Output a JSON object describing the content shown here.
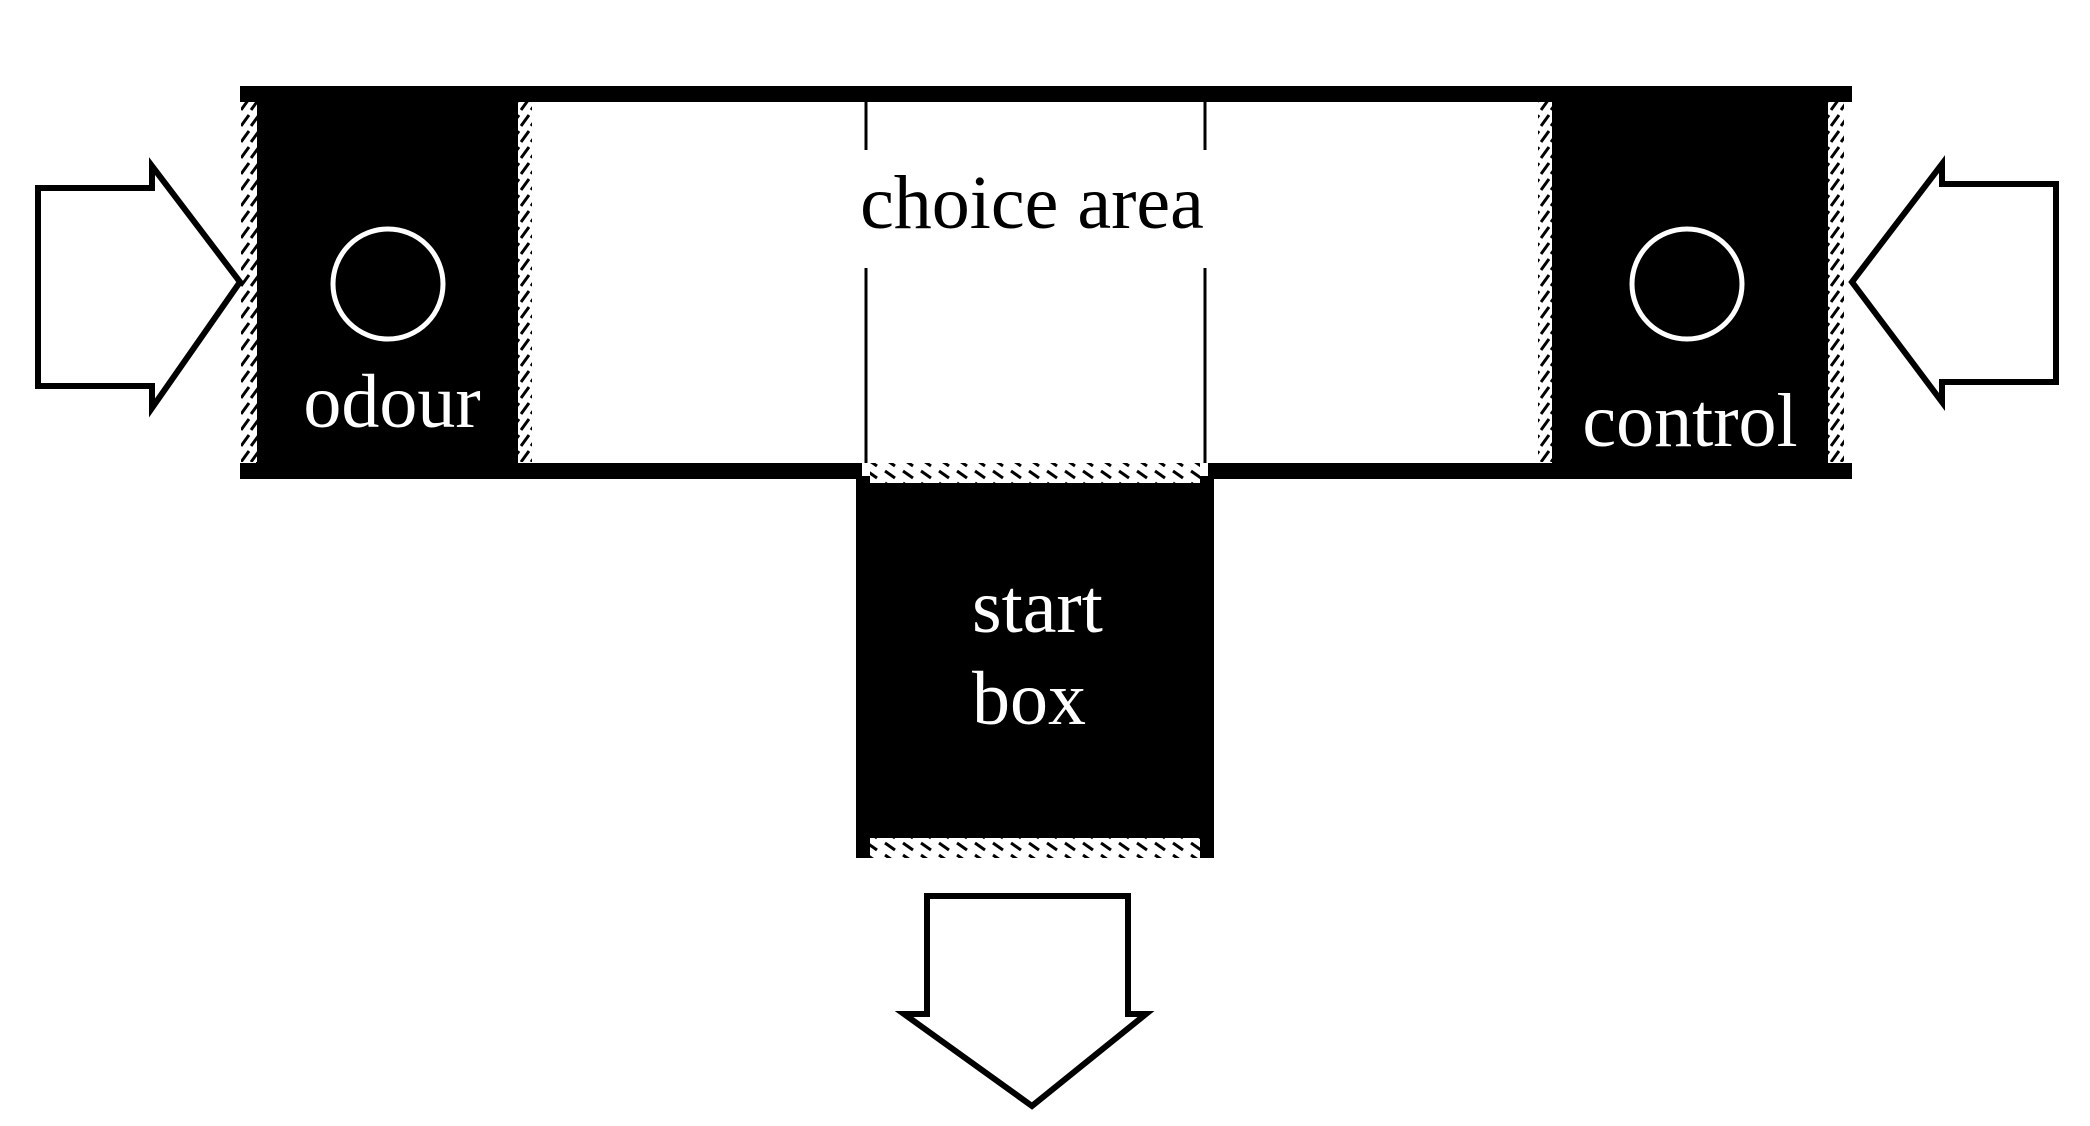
{
  "labels": {
    "odour": "odour",
    "control": "control",
    "choice_area": "choice area",
    "start_box_line1": "start",
    "start_box_line2": "box"
  },
  "colors": {
    "chamber_fill": "#000000",
    "background": "#ffffff",
    "outline": "#000000",
    "text_on_dark": "#ffffff",
    "text_on_light": "#000000"
  },
  "icons": {
    "inflow_arrow_left": "arrow-right-icon",
    "inflow_arrow_right": "arrow-left-icon",
    "outflow_arrow_bottom": "arrow-down-icon"
  }
}
